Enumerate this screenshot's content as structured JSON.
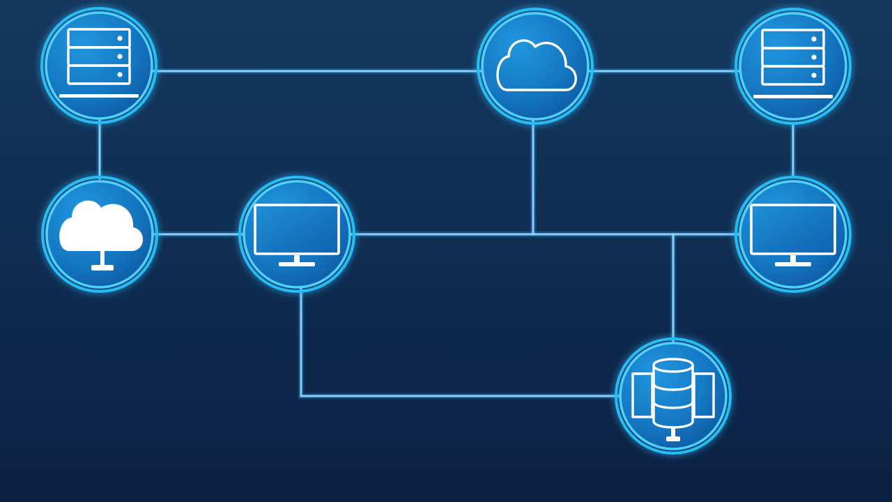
{
  "diagram": {
    "type": "network-topology",
    "colors": {
      "background_top": "#12355f",
      "background_bottom": "#0b1f3d",
      "node_fill": "#1577c2",
      "node_ring": "#4fd0ff",
      "link": "#8fd2ff",
      "icon": "#ffffff"
    },
    "nodes": [
      {
        "id": "server-top-left",
        "icon": "server-rack-icon"
      },
      {
        "id": "cloud-top-center",
        "icon": "cloud-outline-icon"
      },
      {
        "id": "server-top-right",
        "icon": "server-rack-icon"
      },
      {
        "id": "cloud-left",
        "icon": "cloud-network-icon"
      },
      {
        "id": "monitor-center-left",
        "icon": "monitor-icon"
      },
      {
        "id": "monitor-right",
        "icon": "monitor-icon"
      },
      {
        "id": "database-bottom",
        "icon": "database-server-icon"
      }
    ],
    "links": [
      {
        "from": "server-top-left",
        "to": "cloud-top-center"
      },
      {
        "from": "cloud-top-center",
        "to": "server-top-right"
      },
      {
        "from": "server-top-left",
        "to": "cloud-left"
      },
      {
        "from": "server-top-right",
        "to": "monitor-right"
      },
      {
        "from": "cloud-left",
        "to": "monitor-center-left"
      },
      {
        "from": "monitor-center-left",
        "to": "monitor-right"
      },
      {
        "from": "cloud-top-center",
        "to": "monitor-center-left"
      },
      {
        "from": "monitor-right",
        "to": "database-bottom"
      },
      {
        "from": "monitor-center-left",
        "to": "database-bottom"
      }
    ]
  }
}
